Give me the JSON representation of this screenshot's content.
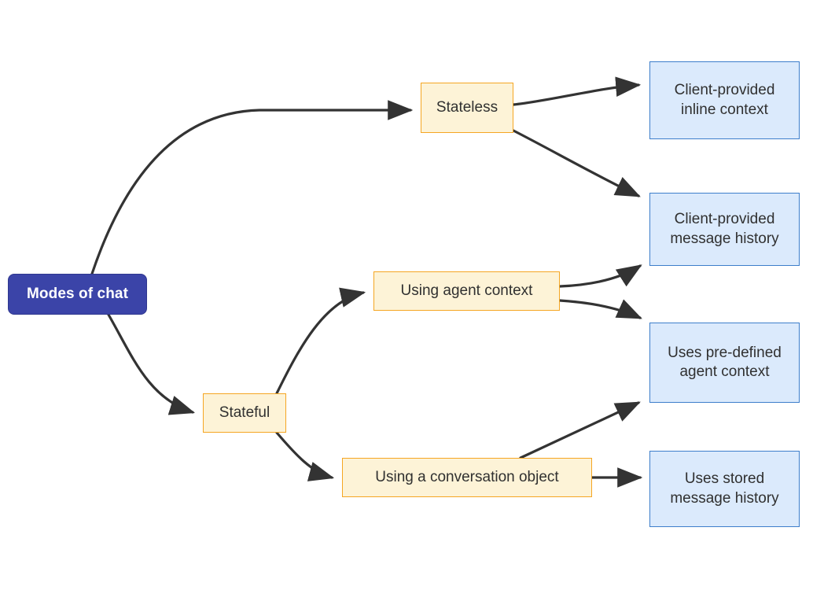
{
  "diagram": {
    "title": "Modes of chat",
    "type": "flowchart",
    "direction": "left-to-right",
    "background": "#ffffff",
    "colors": {
      "root_fill": "#3b44a8",
      "root_stroke": "#2f378f",
      "root_text": "#ffffff",
      "branch_fill": "#fdf3d7",
      "branch_stroke": "#f5a623",
      "leaf_fill": "#dbeafc",
      "leaf_stroke": "#3d7ecb",
      "node_text": "#303030",
      "edge": "#333333"
    }
  },
  "nodes": {
    "root": {
      "id": "modes-of-chat",
      "label": "Modes of chat",
      "shape": "rounded-rect",
      "style": "root"
    },
    "stateless": {
      "id": "stateless",
      "label": "Stateless",
      "shape": "rect",
      "style": "branch"
    },
    "stateful": {
      "id": "stateful",
      "label": "Stateful",
      "shape": "rect",
      "style": "branch"
    },
    "using_agent_context": {
      "id": "using-agent-context",
      "label": "Using agent context",
      "shape": "rect",
      "style": "branch"
    },
    "using_conversation_object": {
      "id": "using-a-conversation-object",
      "label": "Using a conversation object",
      "shape": "rect",
      "style": "branch"
    },
    "client_inline_context": {
      "id": "client-provided-inline-context",
      "label": "Client-provided\ninline context",
      "shape": "rect",
      "style": "leaf"
    },
    "client_message_history": {
      "id": "client-provided-message-history",
      "label": "Client-provided\nmessage history",
      "shape": "rect",
      "style": "leaf"
    },
    "predefined_agent_context": {
      "id": "uses-pre-defined-agent-context",
      "label": "Uses pre-defined\nagent context",
      "shape": "rect",
      "style": "leaf"
    },
    "stored_message_history": {
      "id": "uses-stored-message-history",
      "label": "Uses stored\nmessage history",
      "shape": "rect",
      "style": "leaf"
    }
  },
  "edges": [
    {
      "from": "Modes of chat",
      "to": "Stateless",
      "arrow": "end"
    },
    {
      "from": "Modes of chat",
      "to": "Stateful",
      "arrow": "end"
    },
    {
      "from": "Stateless",
      "to": "Client-provided inline context",
      "arrow": "end"
    },
    {
      "from": "Stateless",
      "to": "Client-provided message history",
      "arrow": "end"
    },
    {
      "from": "Stateful",
      "to": "Using agent context",
      "arrow": "end"
    },
    {
      "from": "Stateful",
      "to": "Using a conversation object",
      "arrow": "end"
    },
    {
      "from": "Using agent context",
      "to": "Client-provided message history",
      "arrow": "end"
    },
    {
      "from": "Using agent context",
      "to": "Uses pre-defined agent context",
      "arrow": "end"
    },
    {
      "from": "Using a conversation object",
      "to": "Uses pre-defined agent context",
      "arrow": "end"
    },
    {
      "from": "Using a conversation object",
      "to": "Uses stored message history",
      "arrow": "end"
    }
  ]
}
